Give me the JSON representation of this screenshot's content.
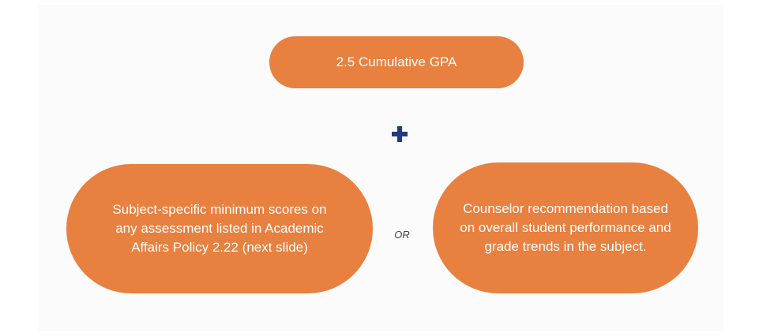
{
  "top_box": {
    "text": "2.5 Cumulative GPA"
  },
  "left_box": {
    "text": "Subject-specific minimum scores on any assessment listed in Academic Affairs Policy 2.22 (next slide)"
  },
  "right_box": {
    "text": "Counselor recommendation based on overall student performance and grade trends in the subject."
  },
  "connector": {
    "or_label": "OR",
    "plus_color": "#1f3b7a"
  },
  "colors": {
    "box_fill": "#e8803f",
    "box_text": "#ffffff"
  }
}
